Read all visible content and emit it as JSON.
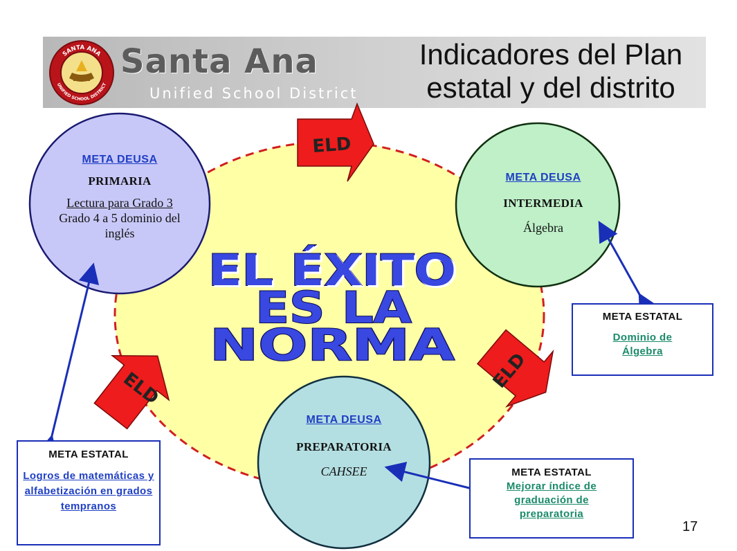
{
  "header": {
    "brand_name": "Santa Ana",
    "brand_sub": "Unified School District",
    "seal_top_text": "SANTA ANA",
    "seal_bottom_text": "UNIFIED SCHOOL DISTRICT",
    "title_line1": "Indicadores del Plan",
    "title_line2": "estatal y del distrito"
  },
  "center_text": {
    "line1": "EL ÉXITO",
    "line2": "ES LA",
    "line3": "NORMA"
  },
  "arrows": {
    "top": "ELD",
    "right": "ELD",
    "left": "ELD"
  },
  "circles": {
    "primaria": {
      "lead": "META DEUSA",
      "level": "PRIMARIA",
      "text1": "Lectura para Grado 3",
      "text2": "Grado 4 a 5 dominio del inglés"
    },
    "intermedia": {
      "lead": "META DEUSA",
      "level": "INTERMEDIA",
      "text1": "Álgebra"
    },
    "preparatoria": {
      "lead": "META DEUSA",
      "level": "PREPARATORIA",
      "text1": "CAHSEE"
    }
  },
  "boxes": {
    "algebra": {
      "title": "META ESTATAL",
      "text": "Dominio de Álgebra"
    },
    "graduacion": {
      "title": "META ESTATAL",
      "text": "Mejorar índice de graduación de preparatoria"
    },
    "logros": {
      "title": "META ESTATAL",
      "text": "Logros de matemáticas y alfabetización en grados tempranos"
    }
  },
  "page_number": "17",
  "colors": {
    "big_circle_fill": "#ffffa6",
    "big_circle_stroke": "#d01f1f",
    "primaria_fill": "#c8c8f8",
    "intermedia_fill": "#bff0c8",
    "preparatoria_fill": "#b4dfe2",
    "arrow_fill": "#ee1c1c",
    "connector": "#1a2fb8",
    "center_text_fill": "#3848e0"
  }
}
